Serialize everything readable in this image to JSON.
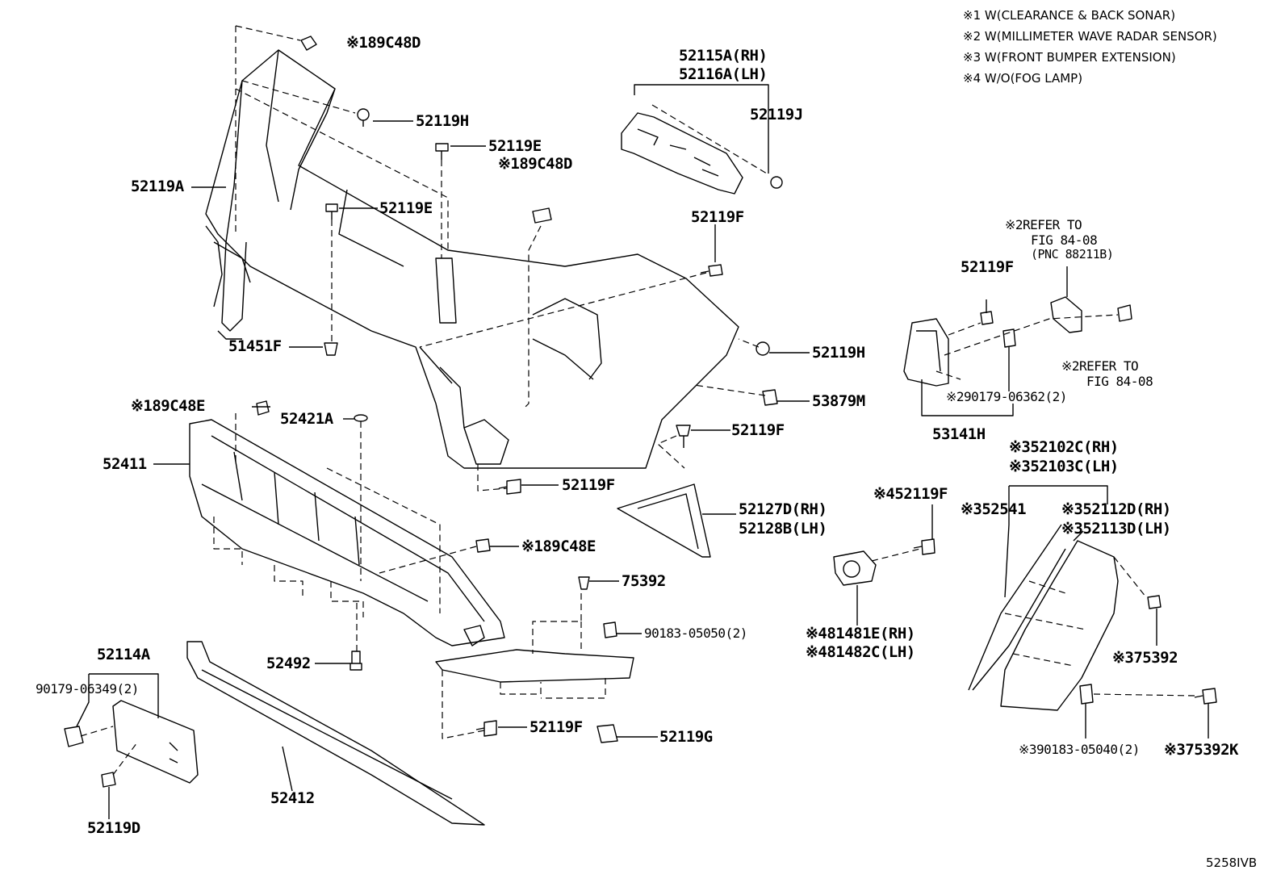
{
  "legend": [
    "※1 W(CLEARANCE & BACK SONAR)",
    "※2 W(MILLIMETER WAVE RADAR SENSOR)",
    "※3 W(FRONT BUMPER EXTENSION)",
    "※4 W/O(FOG LAMP)"
  ],
  "labels": {
    "p89c48d_top": "※189C48D",
    "p52119h_top": "52119H",
    "p52119e_1": "52119E",
    "p89c48d_mid": "※189C48D",
    "p52119a": "52119A",
    "p52119e_2": "52119E",
    "p52115a": "52115A(RH)",
    "p52116a": "52116A(LH)",
    "p52119j": "52119J",
    "p52119f_1": "52119F",
    "p51451f": "51451F",
    "p52119h_2": "52119H",
    "p89c48e_1": "※189C48E",
    "p52421a": "52421A",
    "p53879m": "53879M",
    "p52119f_2": "52119F",
    "p52411": "52411",
    "p52119f_3": "52119F",
    "p52127d": "52127D(RH)",
    "p52128b": "52128B(LH)",
    "p89c48e_2": "※189C48E",
    "p75392": "75392",
    "p90183_05050": "90183-05050(2)",
    "p52492": "52492",
    "p52114a": "52114A",
    "p90179_06349": "90179-06349(2)",
    "p52119f_4": "52119F",
    "p52119g": "52119G",
    "p52412": "52412",
    "p52119d": "52119D",
    "p_refer1_a": "※2REFER TO",
    "p_refer1_b": "FIG 84-08",
    "p_refer1_c": "(PNC 88211B)",
    "p52119f_5": "52119F",
    "p_refer2_a": "※2REFER TO",
    "p_refer2_b": "FIG 84-08",
    "p90179_06362": "※290179-06362(2)",
    "p53141h": "53141H",
    "p52102c": "※352102C(RH)",
    "p52103c": "※352103C(LH)",
    "p52119f_6": "※452119F",
    "p52541": "※352541",
    "p52112d": "※352112D(RH)",
    "p52113d": "※352113D(LH)",
    "p81481e": "※481481E(RH)",
    "p81482c": "※481482C(LH)",
    "p75392_b": "※375392",
    "p90183_05040": "※390183-05040(2)",
    "p75392k": "※375392K"
  },
  "figure_id": "5258IVB"
}
